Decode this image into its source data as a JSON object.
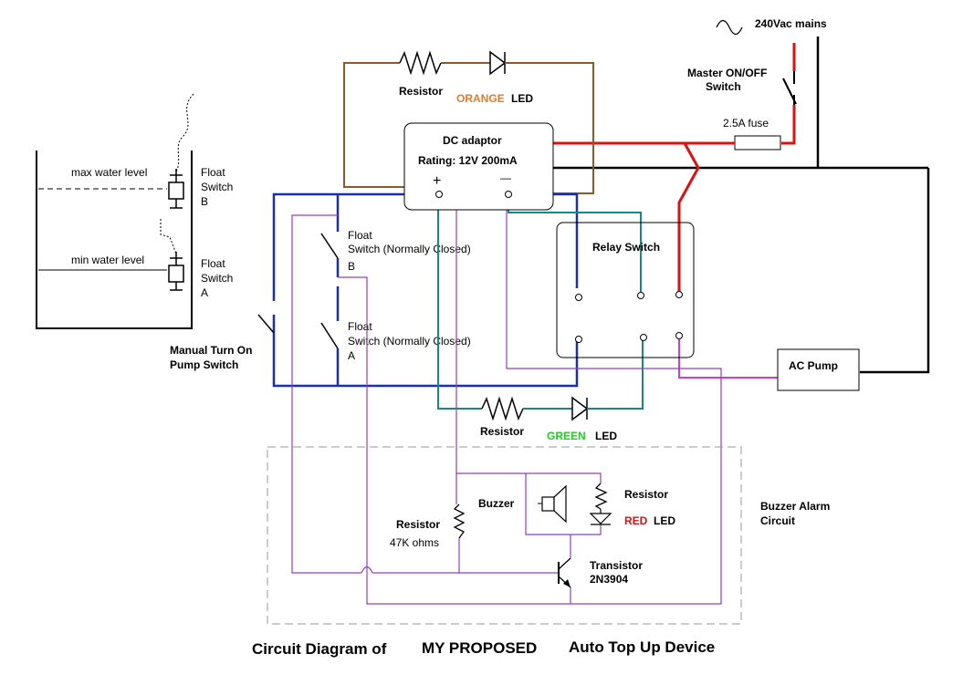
{
  "title": {
    "part1": "Circuit Diagram of",
    "part2": "MY PROPOSED",
    "part3": "Auto Top Up Device"
  },
  "mains": {
    "label": "240Vac mains"
  },
  "master_switch": {
    "line1": "Master ON/OFF",
    "line2": "Switch"
  },
  "fuse": {
    "label": "2.5A fuse"
  },
  "adaptor": {
    "title": "DC adaptor",
    "rating": "Rating: 12V   200mA",
    "plus": "+",
    "minus": "—"
  },
  "orange_led": {
    "resistor": "Resistor",
    "color_word": "ORANGE",
    "led": "LED",
    "color": "#e87a2a"
  },
  "green_led": {
    "resistor": "Resistor",
    "color_word": "GREEN",
    "led": "LED",
    "color": "#22cc22"
  },
  "relay": {
    "label": "Relay Switch"
  },
  "pump": {
    "label": "AC Pump"
  },
  "tank": {
    "max_level": "max water level",
    "min_level": "min water level",
    "float_b": {
      "line1": "Float",
      "line2": "Switch",
      "line3": "B"
    },
    "float_a": {
      "line1": "Float",
      "line2": "Switch",
      "line3": "A"
    }
  },
  "circuit_float_b": {
    "line1": "Float",
    "line2": "Switch  (Normally Closed)",
    "line3": "B"
  },
  "circuit_float_a": {
    "line1": "Float",
    "line2": "Switch  (Normally Closed)",
    "line3": "A"
  },
  "manual_switch": {
    "line1": "Manual Turn On",
    "line2": "Pump Switch"
  },
  "buzzer": {
    "label": "Buzzer",
    "resistor": "Resistor",
    "red_word": "RED",
    "led": "LED",
    "red_color": "#e01010",
    "alarm_line1": "Buzzer Alarm",
    "alarm_line2": "Circuit",
    "base_resistor": "Resistor",
    "base_value": "47K ohms",
    "transistor": "Transistor",
    "transistor_part": "2N3904"
  },
  "wire_colors": {
    "brown": "#8b5a2b",
    "red": "#e01010",
    "blue": "#1a2fb0",
    "teal": "#108a8a",
    "purple": "#9b3bc0",
    "magenta": "#d23ad2",
    "black": "#000000"
  }
}
